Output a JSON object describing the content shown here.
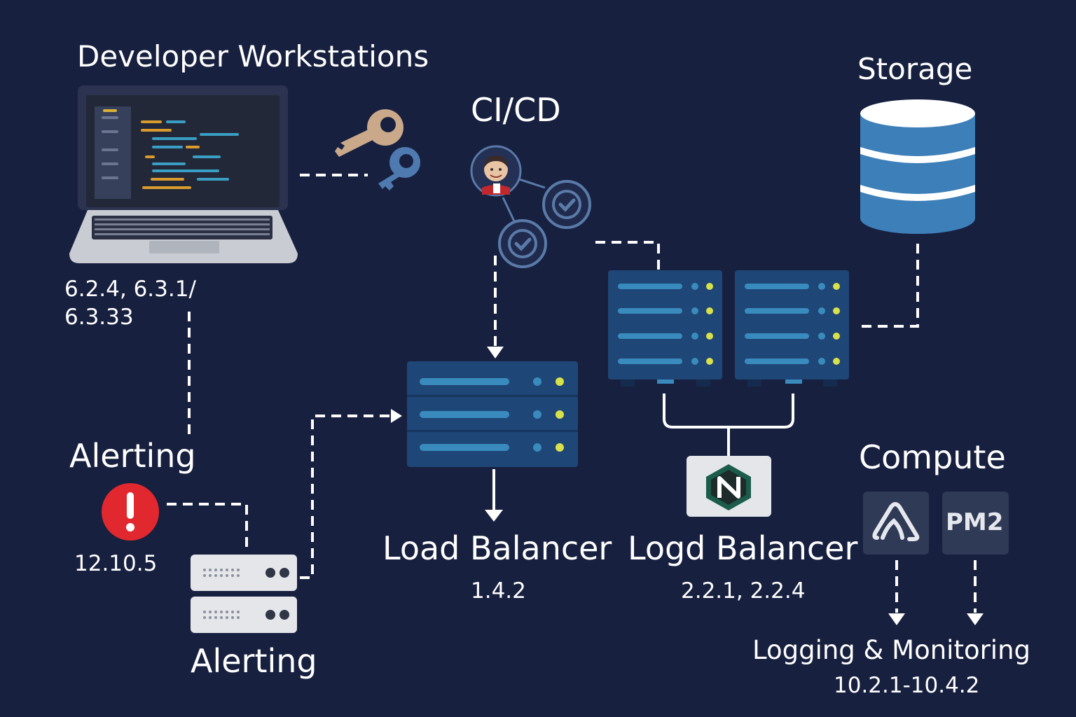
{
  "labels": {
    "developer_workstations": "Developer Workstations",
    "developer_versions_line1": "6.2.4, 6.3.1/",
    "developer_versions_line2": "6.3.33",
    "cicd": "CI/CD",
    "storage": "Storage",
    "alerting_top": "Alerting",
    "alerting_version": "12.10.5",
    "alerting_bottom": "Alerting",
    "load_balancer": "Load Balancer",
    "load_balancer_version": "1.4.2",
    "logd_balancer": "Logd Balancer",
    "logd_balancer_version": "2.2.1, 2.2.4",
    "compute": "Compute",
    "pm2": "PM2",
    "logging_monitoring": "Logging & Monitoring",
    "logging_version": "10.2.1-10.4.2",
    "nginx_letter": "N"
  },
  "colors": {
    "background": "#17203f",
    "rack": "#1e4677",
    "rack_bar": "#3a8bbd",
    "led_yellow": "#d9e14a",
    "led_blue": "#3a8bbd",
    "storage_blue": "#3d7fb8",
    "alert_red": "#e0282e",
    "check_ring": "#5a7aa8",
    "key_tan": "#c9a98a",
    "key_blue": "#4f7ab0"
  },
  "icons": {
    "laptop": "laptop-icon",
    "keys": "keys-icon",
    "jenkins": "jenkins-icon",
    "check": "check-icon",
    "database": "database-icon",
    "alert": "alert-icon",
    "nginx": "nginx-icon",
    "sentry": "sentry-icon",
    "server": "server-icon"
  }
}
